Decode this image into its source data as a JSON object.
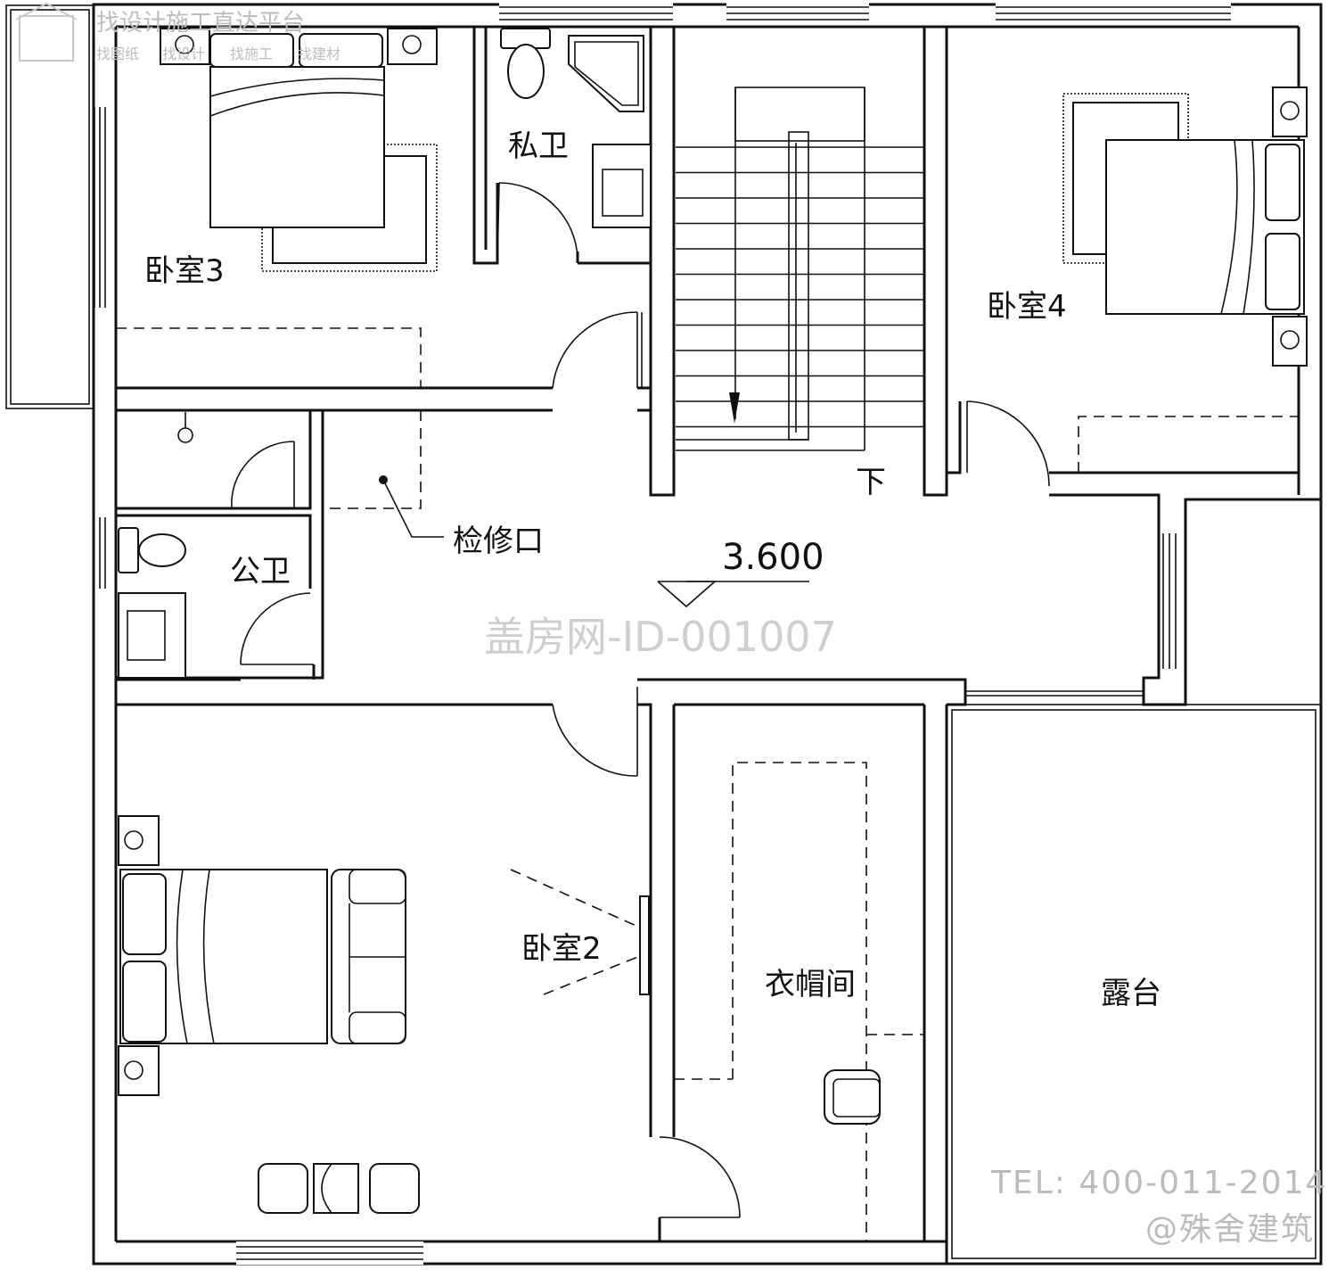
{
  "logo": {
    "title": "找设计施工直达平台",
    "tags": [
      "找图纸",
      "找设计",
      "找施工",
      "找建材"
    ]
  },
  "rooms": {
    "bedroom3": "卧室3",
    "private_bath": "私卫",
    "bedroom4": "卧室4",
    "public_bath": "公卫",
    "access_hatch": "检修口",
    "bedroom2": "卧室2",
    "cloakroom": "衣帽间",
    "terrace": "露台",
    "stair_down": "下"
  },
  "level_mark": "3.600",
  "watermark": "盖房网-ID-001007",
  "contact": {
    "tel": "TEL: 400-011-2014",
    "brand": "@殊舍建筑"
  }
}
